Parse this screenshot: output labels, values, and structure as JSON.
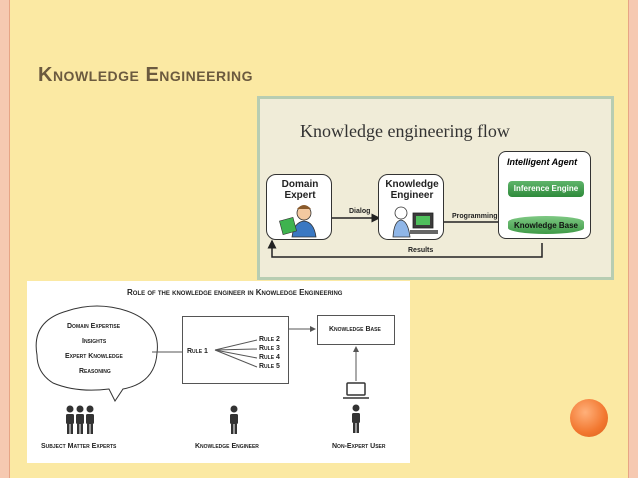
{
  "slide": {
    "title": "Knowledge Engineering"
  },
  "flow_diagram": {
    "title": "Knowledge engineering flow",
    "domain_expert": "Domain Expert",
    "knowledge_engineer": "Knowledge Engineer",
    "agent_title": "Intelligent Agent",
    "inference_engine": "Inference Engine",
    "knowledge_base": "Knowledge Base",
    "edge_dialog": "Dialog",
    "edge_programming": "Programming",
    "edge_results": "Results"
  },
  "role_diagram": {
    "title": "Role of the knowledge engineer in Knowledge Engineering",
    "bubble_items": [
      "Domain Expertise",
      "Insights",
      "Expert Knowledge",
      "Reasoning"
    ],
    "rule_main": "Rule 1",
    "rules": [
      "Rule 2",
      "Rule 3",
      "Rule 4",
      "Rule 5"
    ],
    "knowledge_base": "Knowledge Base",
    "sme_label": "Subject Matter Experts",
    "ke_label": "Knowledge Engineer",
    "user_label": "Non-Expert User"
  },
  "colors": {
    "background": "#fbe9a3",
    "accent": "#f2772f",
    "green": "#2e8a3b"
  },
  "icons": [
    "person-icon",
    "group-icon",
    "laptop-icon",
    "computer-icon"
  ]
}
